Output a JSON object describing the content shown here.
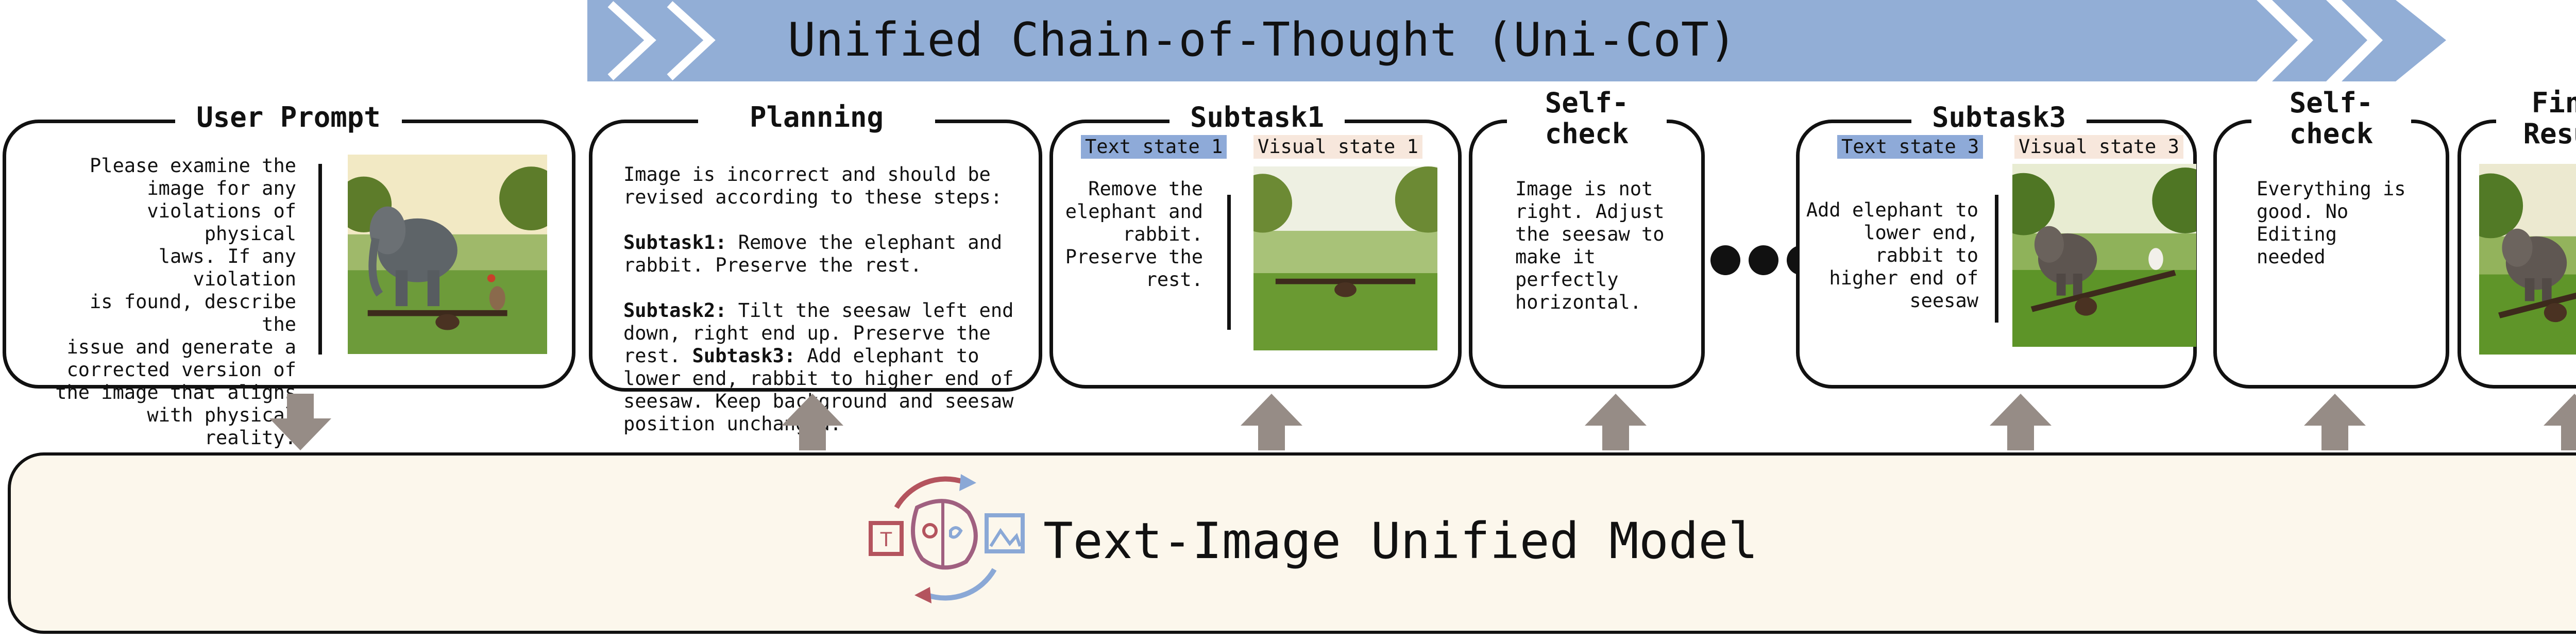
{
  "banner": {
    "title": "Unified Chain-of-Thought (Uni-CoT)"
  },
  "user_prompt": {
    "title": "User Prompt",
    "text": "Please examine the\nimage for any\nviolations of physical\nlaws. If any violation\nis found, describe the\nissue and generate a\ncorrected version of\nthe image that aligns\nwith physical reality."
  },
  "planning": {
    "title": "Planning",
    "intro": "Image is incorrect and should be\nrevised according to these steps:",
    "step1_label": "Subtask1:",
    "step1_text": " Remove the elephant and\nrabbit. Preserve the rest.",
    "step2_label": "Subtask2:",
    "step2_text": " Tilt the seesaw left end\ndown, right end up. Preserve the\nrest. ",
    "step3_label": "Subtask3:",
    "step3_text": " Add elephant to\nlower end, rabbit to higher end of\nseesaw. Keep background and seesaw\nposition unchanged."
  },
  "subtask1": {
    "title": "Subtask1",
    "text_tag": "Text state 1",
    "visual_tag": "Visual state 1",
    "text": "Remove the\nelephant and\nrabbit.\nPreserve the\nrest."
  },
  "selfcheck1": {
    "title_line1": "Self-",
    "title_line2": "check",
    "text": "Image is not\nright. Adjust\nthe seesaw to\nmake it\nperfectly\nhorizontal."
  },
  "subtask3": {
    "title": "Subtask3",
    "text_tag": "Text state 3",
    "visual_tag": "Visual state 3",
    "text": "Add elephant to\nlower end,\nrabbit to\nhigher end of\nseesaw"
  },
  "selfcheck2": {
    "title_line1": "Self-",
    "title_line2": "check",
    "text": "Everything is\ngood. No\nEditing\nneeded"
  },
  "final": {
    "title_line1": "Final",
    "title_line2": "Result"
  },
  "model": {
    "label": "Text-Image Unified Model"
  },
  "colors": {
    "banner": "#92aed6",
    "arrow": "#968c86",
    "model_bg": "#fcf7ec",
    "text_tag": "#8eaad8",
    "visual_tag": "#f7e7dc",
    "icon_red": "#b4545e",
    "icon_blue": "#8aa8d6"
  }
}
